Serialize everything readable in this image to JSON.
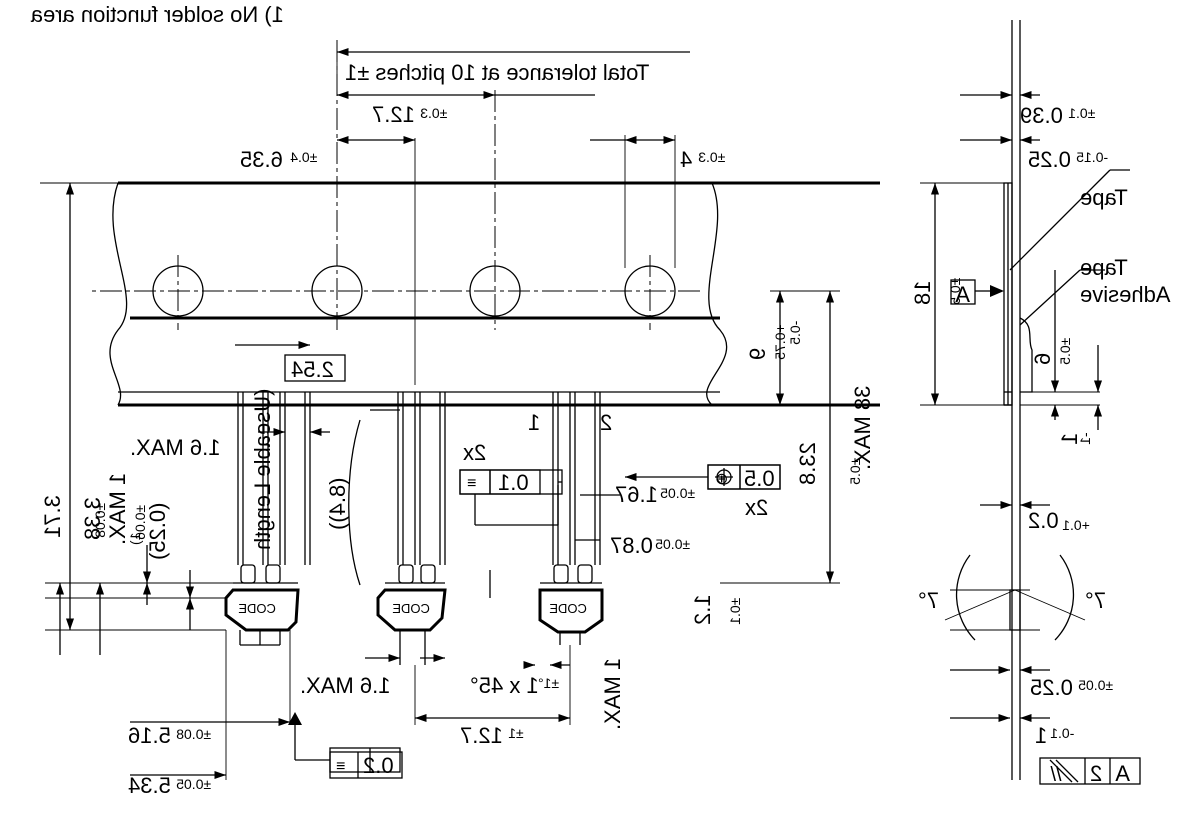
{
  "labels": {
    "note": "1) No solder function area",
    "total_tolerance": "Total tolerance at 10 pitches ±1",
    "pitch_a": "12.7",
    "pitch_a_tol": "±0.3",
    "hole_pos": "6.35",
    "hole_pos_tol": "±0.4",
    "hole_dia": "4",
    "hole_dia_tol": "±0.3",
    "lead_pitch_box": "2.54",
    "lead_width": "1.6 MAX.",
    "useable_length_1": "(Useable Length",
    "useable_length_2": "(8.4))",
    "tape_height": "9",
    "tape_height_tol_up": "+0.75",
    "tape_height_tol_dn": "-0.5",
    "overall_height": "23.8",
    "overall_height_tol": "±0.5",
    "max_height": "38 MAX.",
    "pin_1": "1",
    "pin_2": "2",
    "count_2x_a": "2x",
    "count_2x_b": "2x",
    "flat_tol": "0.1",
    "pos_tol": "0.5",
    "lead_spacing": "1.67",
    "lead_spacing_tol": "±0.05",
    "lead_thk": "0.87",
    "lead_thk_tol": "±0.05",
    "dim_371": "3.71",
    "dim_371_tol": "±0.08",
    "dim_338": "3.38",
    "dim_338_tol": "±0.06",
    "dim_1max": "1 MAX.",
    "dim_1max_sup": "1)",
    "dim_025p": "(0.25)",
    "dim_12": "1.2",
    "dim_12_tol": "±0.1",
    "dim_1max_bottom": "1 MAX.",
    "lead_width_2": "1.6 MAX.",
    "chamfer": "1 x 45°",
    "chamfer_tol": "±1°",
    "pitch_b": "12.7",
    "pitch_b_tol": "±1",
    "dim_516": "5.16",
    "dim_516_tol": "±0.08",
    "dim_534": "5.34",
    "dim_534_tol": "±0.05",
    "flat_tol_2": "0.2",
    "code": "CODE",
    "side_039": "0.39",
    "side_039_tol": "±0.1",
    "side_025": "0.25",
    "side_025_tol": "-0.15",
    "tape_label": "Tape",
    "adhesive_label_1": "Adhesive",
    "adhesive_label_2": "Tape",
    "side_18": "18",
    "side_18_tol": "±0.5",
    "datum_a": "A",
    "side_6": "6",
    "side_6_tol": "±0.5",
    "side_1": "1",
    "side_1_tol": "-1",
    "side_02": "0.2",
    "side_02_tol": "+0.1",
    "angle_left": "7°",
    "angle_right": "7°",
    "side_025b": "0.25",
    "side_025b_tol": "±0.05",
    "side_1b": "1",
    "side_1b_tol": "-0.1",
    "parallel_val": "2",
    "parallel_datum": "A"
  }
}
